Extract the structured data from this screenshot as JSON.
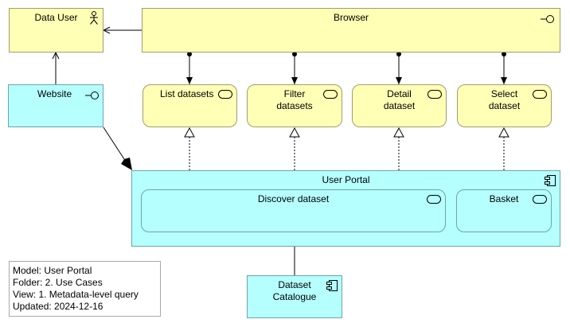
{
  "nodes": {
    "data_user": {
      "label": "Data User",
      "icon": "actor-icon"
    },
    "browser": {
      "label": "Browser",
      "icon": "interface-icon"
    },
    "website": {
      "label": "Website",
      "icon": "interface-icon"
    },
    "list_datasets": {
      "label": "List datasets",
      "icon": "service-icon"
    },
    "filter_datasets": {
      "label_line1": "Filter",
      "label_line2": "datasets",
      "icon": "service-icon"
    },
    "detail_dataset": {
      "label_line1": "Detail",
      "label_line2": "dataset",
      "icon": "service-icon"
    },
    "select_dataset": {
      "label_line1": "Select",
      "label_line2": "dataset",
      "icon": "service-icon"
    },
    "user_portal": {
      "label": "User Portal",
      "icon": "component-icon"
    },
    "discover_dataset": {
      "label": "Discover dataset",
      "icon": "service-icon"
    },
    "basket": {
      "label": "Basket",
      "icon": "service-icon"
    },
    "dataset_catalogue": {
      "label_line1": "Dataset",
      "label_line2": "Catalogue",
      "icon": "component-icon"
    }
  },
  "legend": {
    "model": "Model: User Portal",
    "folder": "Folder: 2. Use Cases",
    "view": "View: 1. Metadata-level query",
    "updated": "Updated: 2024-12-16"
  },
  "colors": {
    "business": "#ffffb5",
    "application": "#b5ffff"
  }
}
